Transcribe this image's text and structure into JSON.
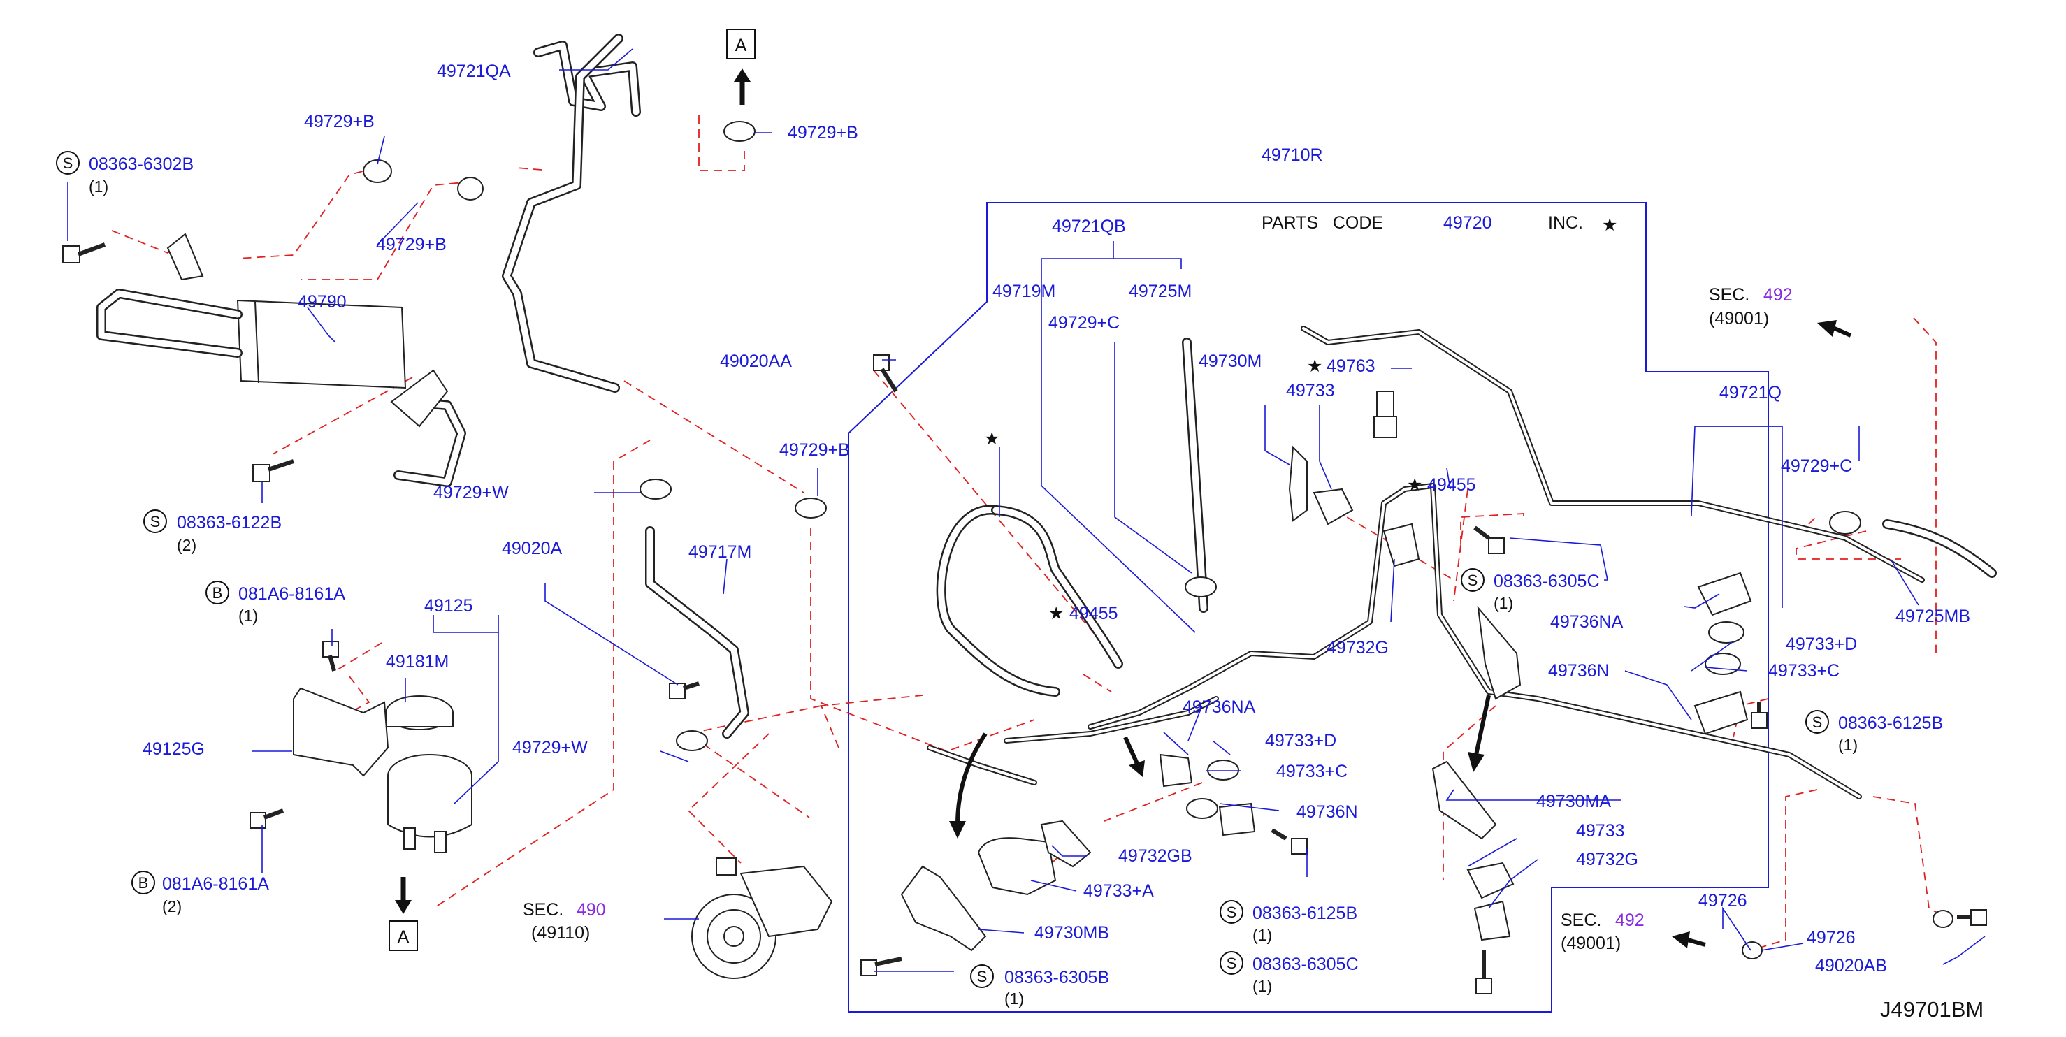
{
  "diagram_code": "J49701BM",
  "kit_box": {
    "number": "49710R",
    "parts_code_label": "PARTS   CODE",
    "parts_code": "49720",
    "inc_label": "INC.",
    "star": "★"
  },
  "ref_markers": {
    "top": "A",
    "bottom": "A"
  },
  "sections": [
    {
      "prefix": "SEC.",
      "number": "492",
      "sub": "(49001)"
    },
    {
      "prefix": "SEC.",
      "number": "490",
      "sub": "(49110)"
    },
    {
      "prefix": "SEC.",
      "number": "492",
      "sub": "(49001)"
    }
  ],
  "labels": {
    "l01": "49721QA",
    "l02": "49729+B",
    "l03": "49729+B",
    "l04": "08363-6302B",
    "l04q": "(1)",
    "l05": "49729+B",
    "l06": "49790",
    "l07": "08363-6122B",
    "l07q": "(2)",
    "l08": "49729+W",
    "l09": "49729+B",
    "l10": "49020AA",
    "l11": "49020A",
    "l12": "49717M",
    "l13": "081A6-8161A",
    "l13q": "(1)",
    "l14": "49125",
    "l15": "49181M",
    "l16": "49125G",
    "l17": "49729+W",
    "l18": "081A6-8161A",
    "l18q": "(2)",
    "l19": "49721QB",
    "l20": "49719M",
    "l21": "49725M",
    "l22": "49729+C",
    "l23": "49730M",
    "l24": "49763",
    "l25": "49733",
    "l26": "49455",
    "l27": "49455",
    "l28": "08363-6305C",
    "l28q": "(1)",
    "l29": "49732G",
    "l30": "49736NA",
    "l31": "49733+D",
    "l32": "49733+C",
    "l33": "49736N",
    "l34": "49732GB",
    "l35": "49733+A",
    "l36": "49730MB",
    "l37": "08363-6305B",
    "l37q": "(1)",
    "l38": "08363-6125B",
    "l38q": "(1)",
    "l39": "08363-6305C",
    "l39q": "(1)",
    "l40": "49721Q",
    "l41": "49729+C",
    "l42": "49725MB",
    "l43": "49736NA",
    "l44": "49733+D",
    "l45": "49733+C",
    "l46": "49736N",
    "l47": "08363-6125B",
    "l47q": "(1)",
    "l48": "49730MA",
    "l49": "49733",
    "l50": "49732G",
    "l51": "49726",
    "l52": "49726",
    "l53": "49020AB"
  },
  "circle_letters": {
    "s": "S",
    "b": "B"
  },
  "colors": {
    "callout": "#1a1ad8",
    "leader_dash": "#e02020",
    "section_num": "#8a2be2",
    "text": "#111111"
  },
  "icons": [
    "star-icon",
    "arrow-icon",
    "circle-s-icon",
    "circle-b-icon"
  ]
}
